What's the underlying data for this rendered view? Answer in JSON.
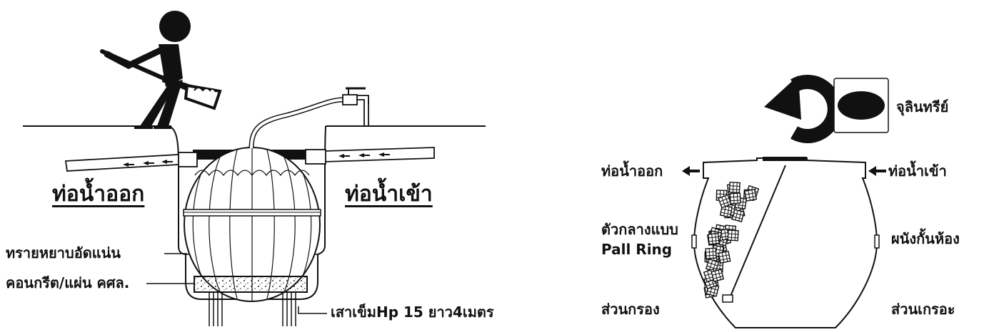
{
  "left": {
    "outlet_label": "ท่อน้ำออก",
    "inlet_label": "ท่อน้ำเข้า",
    "sand_label": "ทรายหยาบอัดแน่น",
    "concrete_label": "คอนกรีต/แผ่น คศล.",
    "pile_label": "เสาเข็มHp 15 ยาว4เมตร"
  },
  "right": {
    "microbe_label": "จุลินทรีย์",
    "outlet_label": "ท่อน้ำออก",
    "inlet_label": "ท่อน้ำเข้า",
    "media_label_1": "ตัวกลางแบบ",
    "media_label_2": "Pall Ring",
    "baffle_label": "ผนังกั้นห้อง",
    "filter_label": "ส่วนกรอง",
    "settle_label": "ส่วนเกรอะ"
  }
}
